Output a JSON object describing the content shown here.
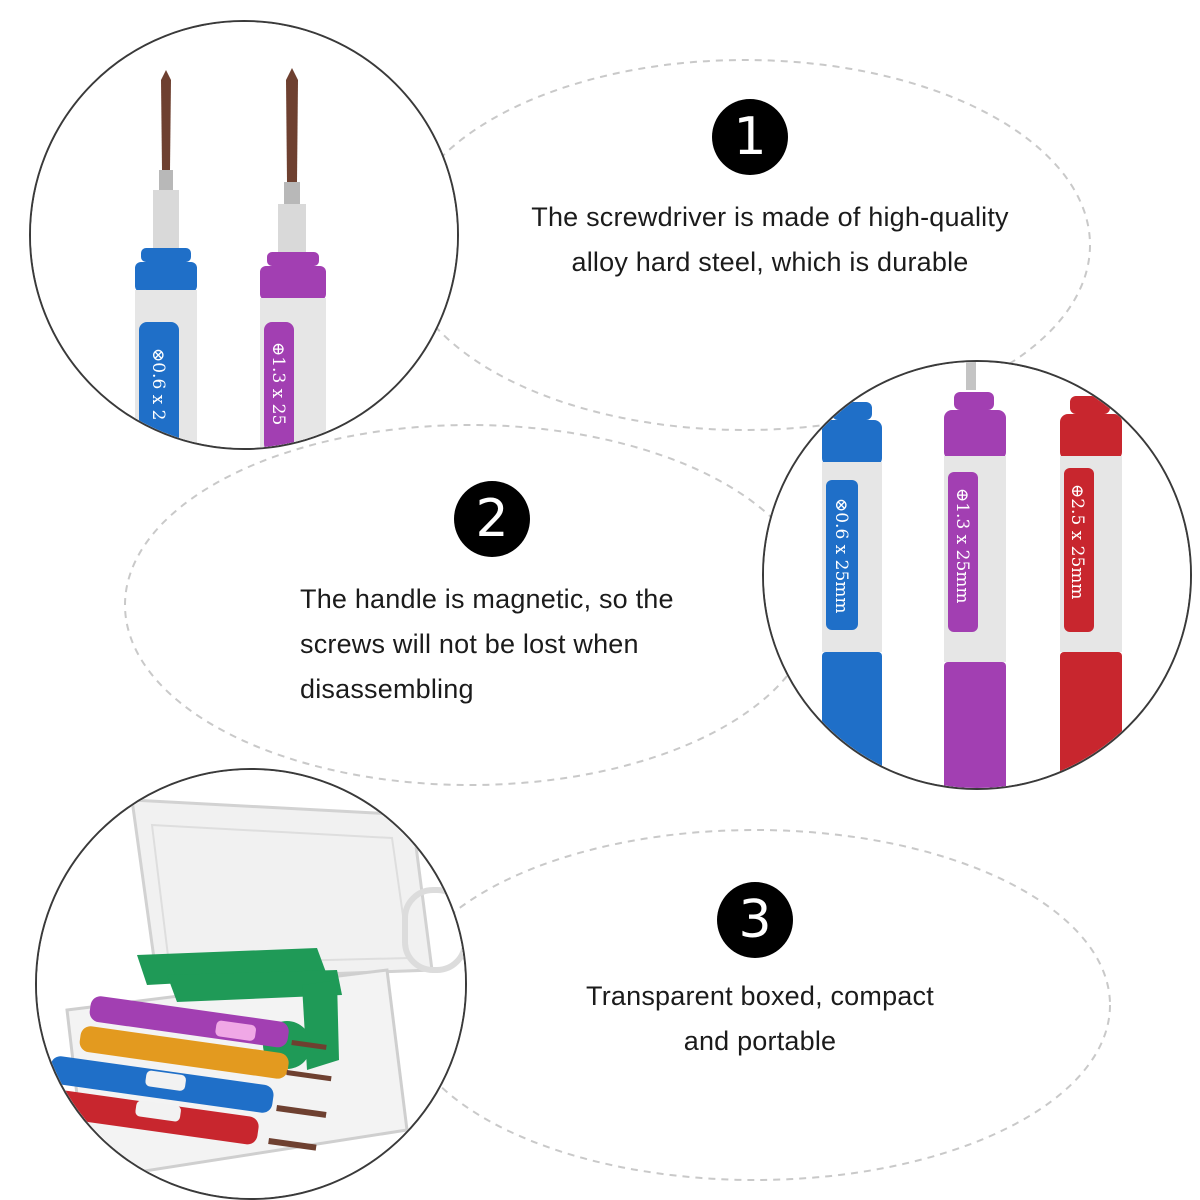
{
  "features": [
    {
      "number": "1",
      "lines": [
        "The screwdriver is made of high-quality",
        "alloy hard steel, which is durable"
      ],
      "photo": {
        "subject": "close-up of two precision screwdriver tips",
        "engravings": [
          "⊗0.6 x 2",
          "⊕1.3 x 25"
        ]
      }
    },
    {
      "number": "2",
      "lines": [
        "The handle is magnetic, so the",
        "screws will not be lost when",
        "disassembling"
      ],
      "photo": {
        "subject": "three screwdriver handles: blue, purple, red",
        "engravings": [
          "⊗0.6 x 25mm",
          "⊕1.3 x 25mm",
          "⊕2.5 x 25mm"
        ]
      }
    },
    {
      "number": "3",
      "lines": [
        "Transparent boxed, compact",
        "and portable"
      ],
      "photo": {
        "subject": "transparent plastic case holding a screwdriver set and green pry tools"
      }
    }
  ],
  "colors": {
    "badge": "#000000",
    "text": "#1b1b1b",
    "dash": "#c9c9c9",
    "circle_border": "#3a3a3a",
    "handle_blue": "#1f6fc8",
    "handle_purple": "#a23fb2",
    "handle_red": "#c8262e",
    "handle_gold": "#e39a1f",
    "tool_green": "#1f9a57",
    "tip_brown": "#6e4030"
  }
}
